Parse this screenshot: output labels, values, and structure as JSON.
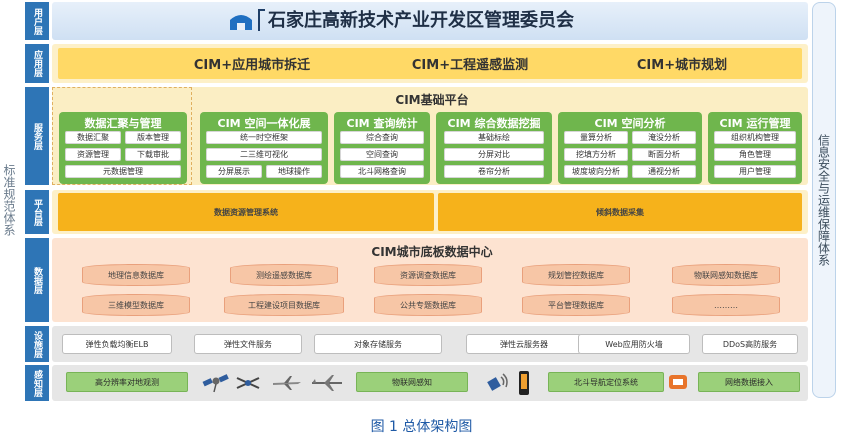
{
  "outer": {
    "left_label": "标准规范体系",
    "right_label": "信息安全与运维保障体系"
  },
  "layers": {
    "user": "用户层",
    "app": "应用层",
    "service": "服务层",
    "platform": "平台层",
    "data": "数据层",
    "infra": "设施层",
    "sense": "感知层"
  },
  "header": {
    "title": "石家庄高新技术产业开发区管理委员会",
    "icon": "building-icon"
  },
  "applications": [
    "CIM+应用城市拆迁",
    "CIM+工程遥感监测",
    "CIM+城市规划"
  ],
  "service": {
    "platform_title": "CIM基础平台",
    "modules": [
      {
        "title": "数据汇聚与管理",
        "cells": [
          "数据汇聚",
          "版本管理",
          "资源管理",
          "下载审批",
          "元数据管理"
        ]
      },
      {
        "title": "CIM 空间一体化展",
        "cells": [
          "统一时空框架",
          "二三维可视化",
          "分屏展示",
          "地球操作"
        ]
      },
      {
        "title": "CIM 查询统计",
        "cells": [
          "综合查询",
          "空间查询",
          "北斗网格查询"
        ]
      },
      {
        "title": "CIM 综合数据挖掘",
        "cells": [
          "基础标绘",
          "分屏对比",
          "卷帘分析"
        ]
      },
      {
        "title": "CIM 空间分析",
        "cells": [
          "量算分析",
          "淹没分析",
          "挖填方分析",
          "断面分析",
          "坡度坡向分析",
          "通视分析"
        ]
      },
      {
        "title": "CIM 运行管理",
        "cells": [
          "组织机构管理",
          "角色管理",
          "用户管理"
        ]
      }
    ]
  },
  "platform": {
    "items": [
      "数据资源管理系统",
      "倾斜数据采集"
    ]
  },
  "data_center": {
    "title": "CIM城市底板数据中心",
    "databases": [
      "地理信息数据库",
      "测绘遥感数据库",
      "资源调查数据库",
      "规划管控数据库",
      "物联网感知数据库",
      "三维模型数据库",
      "工程建设项目数据库",
      "公共专题数据库",
      "平台管理数据库",
      "………"
    ]
  },
  "infrastructure": {
    "items": [
      "弹性负载均衡ELB",
      "弹性文件服务",
      "对象存储服务",
      "弹性云服务器",
      "Web应用防火墙",
      "DDoS高防服务"
    ]
  },
  "sensing": {
    "items": [
      "高分辨率对地观测",
      "物联网感知",
      "北斗导航定位系统",
      "网络数据接入"
    ],
    "icons": [
      "satellite-icon",
      "drone-icon",
      "aircraft-icon",
      "sensor-icon",
      "phone-icon",
      "network-icon"
    ]
  },
  "caption": "图 1 总体架构图",
  "colors": {
    "layer_label": "#2e75b6",
    "app_band": "#ffd966",
    "service_green": "#6fb64d",
    "platform_orange": "#f6b21b",
    "data_band": "#fde3d1",
    "database": "#f7c6a6",
    "infra_band": "#e6e6e6",
    "sense_green": "#9bd07a",
    "caption": "#1f5aa6"
  }
}
